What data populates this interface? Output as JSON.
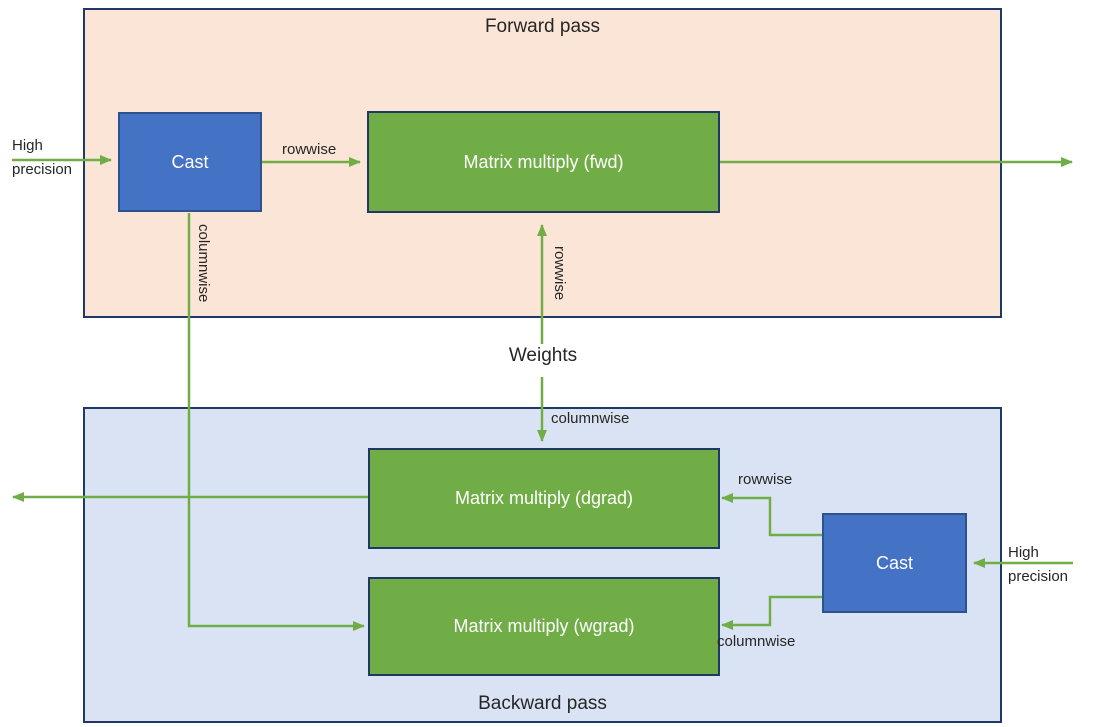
{
  "colors": {
    "forward_bg": "#FBE5D6",
    "backward_bg": "#DAE3F3",
    "container_border": "#1F3864",
    "cast_fill": "#4472C4",
    "cast_border": "#2F528F",
    "matmul_fill": "#70AD47",
    "matmul_border": "#1F3864",
    "arrow": "#70AD47",
    "label_text": "#262626",
    "box_text": "#FFFFFF"
  },
  "forward": {
    "title": "Forward pass",
    "cast": "Cast",
    "matmul": "Matrix multiply (fwd)",
    "input": "High precision",
    "rowwise": "rowwise",
    "columnwise": "columnwise"
  },
  "weights": {
    "label": "Weights",
    "rowwise": "rowwise",
    "columnwise": "columnwise"
  },
  "backward": {
    "title": "Backward pass",
    "cast": "Cast",
    "dgrad": "Matrix multiply (dgrad)",
    "wgrad": "Matrix multiply (wgrad)",
    "input": "High precision",
    "rowwise": "rowwise",
    "columnwise": "columnwise"
  }
}
